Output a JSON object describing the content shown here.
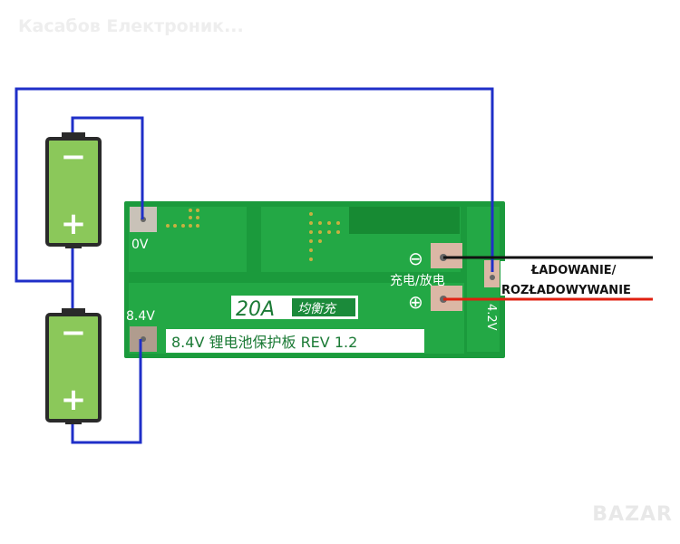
{
  "watermark": "Касабов Електроник...",
  "logo": "BAZAR",
  "board": {
    "label_0v": "0V",
    "label_84v": "8.4V",
    "label_42v": "4.2V",
    "current_rating": "20A",
    "balance_label": "均衡充",
    "description": "8.4V 锂电池保护板 REV 1.2",
    "charge_discharge": "充电/放电",
    "minus_symbol": "⊖",
    "plus_symbol": "⊕"
  },
  "batteries": [
    {
      "minus": "−",
      "plus": "+"
    },
    {
      "minus": "−",
      "plus": "+"
    }
  ],
  "output_labels": {
    "line1": "ŁADOWANIE/",
    "line2": "ROZŁADOWYWANIE"
  },
  "colors": {
    "wire": "#1f2fc8",
    "board": "#1b9a3c",
    "battery": "#8bc85a",
    "neg_wire": "#111111",
    "pos_wire": "#e02010"
  }
}
